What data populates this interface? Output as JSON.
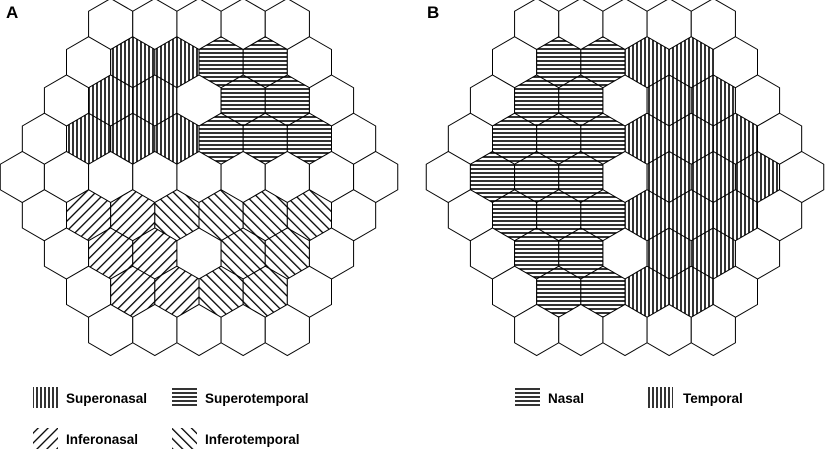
{
  "panels": [
    {
      "id": "A",
      "label": "A",
      "legend": [
        {
          "key": "superonasal",
          "label": "Superonasal",
          "pattern": "vertical"
        },
        {
          "key": "superotemporal",
          "label": "Superotemporal",
          "pattern": "horizontal"
        },
        {
          "key": "inferonasal",
          "label": "Inferonasal",
          "pattern": "diag-up"
        },
        {
          "key": "inferotemporal",
          "label": "Inferotemporal",
          "pattern": "diag-down"
        }
      ]
    },
    {
      "id": "B",
      "label": "B",
      "legend": [
        {
          "key": "nasal",
          "label": "Nasal",
          "pattern": "horizontal"
        },
        {
          "key": "temporal",
          "label": "Temporal",
          "pattern": "vertical"
        }
      ]
    }
  ],
  "colors": {
    "stroke": "#000000",
    "background": "#ffffff",
    "hatch": "#000000"
  }
}
